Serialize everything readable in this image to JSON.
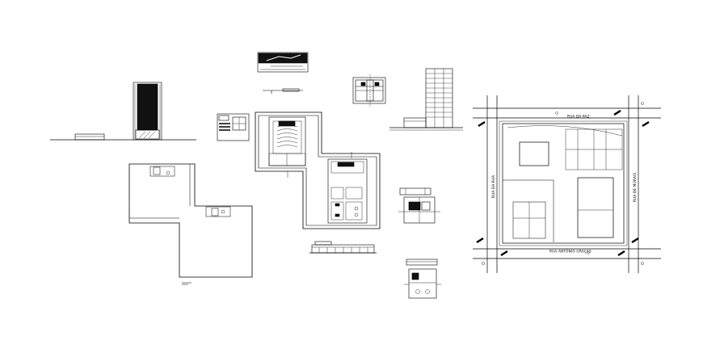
{
  "drawing": {
    "background": "#ffffff",
    "line_color": "#000000",
    "site_plan": {
      "street_labels": {
        "north": "RUA DA PAZ",
        "south": "RUA ANTÔNIO GRAÇAS",
        "west": "RUA DA RUA",
        "east": "RUA DE MORAIS"
      }
    }
  }
}
